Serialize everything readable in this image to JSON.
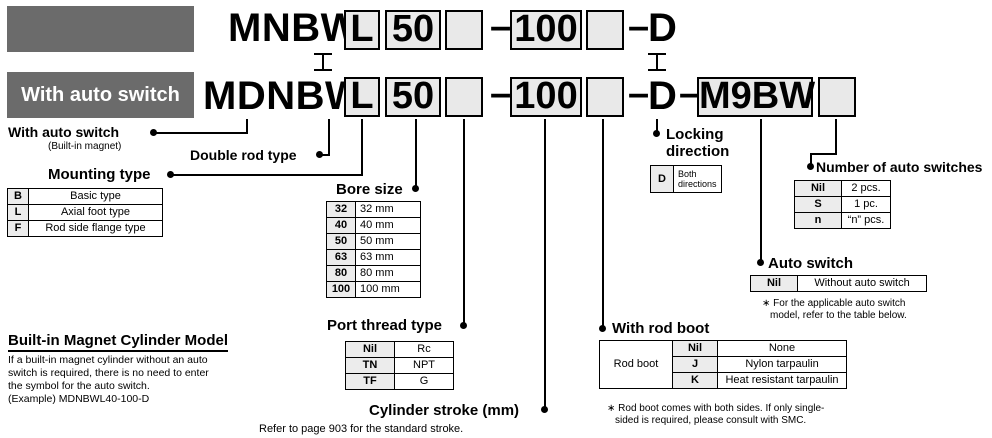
{
  "top_code": {
    "prefix": "MNBW",
    "mount": "L",
    "bore": "50",
    "stroke": "100",
    "lock": "D"
  },
  "banner": "With auto switch",
  "code": {
    "prefix": "MDNBW",
    "mount": "L",
    "bore": "50",
    "stroke": "100",
    "lock": "D",
    "switch": "M9BW",
    "dash": "–"
  },
  "labels": {
    "with_auto_switch": "With auto switch",
    "built_in_magnet": "(Built-in magnet)",
    "double_rod": "Double rod type",
    "mounting_type": "Mounting type",
    "bore_size": "Bore size",
    "port_thread": "Port thread type",
    "stroke": "Cylinder stroke (mm)",
    "stroke_note": "Refer to page 903 for the standard stroke.",
    "locking": "Locking",
    "direction": "direction",
    "num_switches": "Number of auto switches",
    "auto_switch": "Auto switch",
    "rod_boot": "With rod boot"
  },
  "mounting_rows": [
    {
      "k": "B",
      "v": "Basic type"
    },
    {
      "k": "L",
      "v": "Axial foot type"
    },
    {
      "k": "F",
      "v": "Rod side flange type"
    }
  ],
  "bore_rows": [
    {
      "k": "32",
      "v": "32 mm"
    },
    {
      "k": "40",
      "v": "40 mm"
    },
    {
      "k": "50",
      "v": "50 mm"
    },
    {
      "k": "63",
      "v": "63 mm"
    },
    {
      "k": "80",
      "v": "80 mm"
    },
    {
      "k": "100",
      "v": "100 mm"
    }
  ],
  "port_rows": [
    {
      "k": "Nil",
      "v": "Rc"
    },
    {
      "k": "TN",
      "v": "NPT"
    },
    {
      "k": "TF",
      "v": "G"
    }
  ],
  "locking_row": {
    "k": "D",
    "v1": "Both",
    "v2": "directions"
  },
  "num_switch_rows": [
    {
      "k": "Nil",
      "v": "2 pcs."
    },
    {
      "k": "S",
      "v": "1 pc."
    },
    {
      "k": "n",
      "v": "“n” pcs."
    }
  ],
  "auto_switch_row": {
    "k": "Nil",
    "v": "Without auto switch"
  },
  "auto_switch_note": [
    "∗ For the applicable auto switch",
    "model, refer to the table below."
  ],
  "rod_boot_label": "Rod boot",
  "rod_boot_rows": [
    {
      "k": "Nil",
      "v": "None"
    },
    {
      "k": "J",
      "v": "Nylon tarpaulin"
    },
    {
      "k": "K",
      "v": "Heat resistant tarpaulin"
    }
  ],
  "rod_boot_note": [
    "∗ Rod boot comes with both sides. If only single-",
    "sided is required, please consult with SMC."
  ],
  "magnet_section": {
    "title": "Built-in Magnet Cylinder Model",
    "lines": [
      "If a built-in magnet cylinder without an auto",
      "switch is required, there is no need to enter",
      "the symbol for the auto switch.",
      "(Example) MDNBWL40-100-D"
    ]
  }
}
